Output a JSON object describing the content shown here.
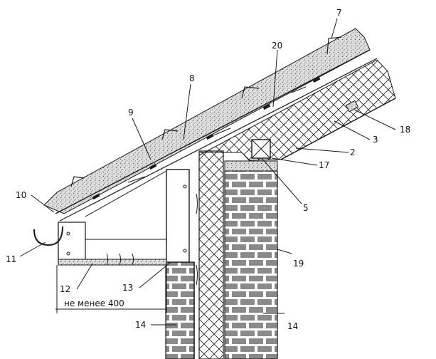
{
  "diagram": {
    "dimension_label": "не менее 400",
    "callouts": [
      {
        "id": "c7",
        "text": "7"
      },
      {
        "id": "c20",
        "text": "20"
      },
      {
        "id": "c8",
        "text": "8"
      },
      {
        "id": "c9",
        "text": "9"
      },
      {
        "id": "c3",
        "text": "3"
      },
      {
        "id": "c18",
        "text": "18"
      },
      {
        "id": "c2",
        "text": "2"
      },
      {
        "id": "c17",
        "text": "17"
      },
      {
        "id": "c10",
        "text": "10"
      },
      {
        "id": "c5",
        "text": "5"
      },
      {
        "id": "c11",
        "text": "11"
      },
      {
        "id": "c19",
        "text": "19"
      },
      {
        "id": "c12",
        "text": "12"
      },
      {
        "id": "c13",
        "text": "13"
      },
      {
        "id": "c14a",
        "text": "14"
      },
      {
        "id": "c14b",
        "text": "14"
      }
    ]
  },
  "colors": {
    "ink": "#1a1a1a",
    "roof_fill": "#d9d9d9",
    "brick_fill": "#8a8a8a"
  }
}
